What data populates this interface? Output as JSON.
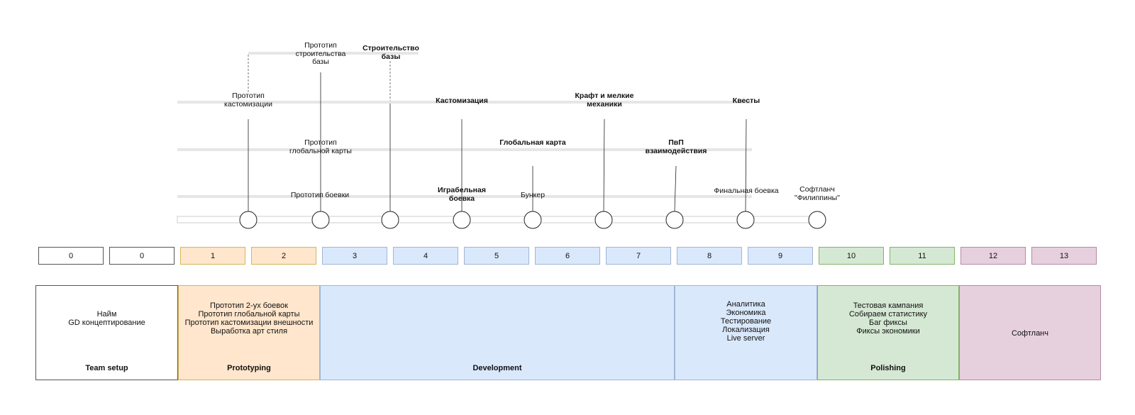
{
  "sprint_cells": [
    {
      "label": "0",
      "color": "white"
    },
    {
      "label": "0",
      "color": "white"
    },
    {
      "label": "1",
      "color": "orange"
    },
    {
      "label": "2",
      "color": "orange"
    },
    {
      "label": "3",
      "color": "blue"
    },
    {
      "label": "4",
      "color": "blue"
    },
    {
      "label": "5",
      "color": "blue"
    },
    {
      "label": "6",
      "color": "blue"
    },
    {
      "label": "7",
      "color": "blue"
    },
    {
      "label": "8",
      "color": "blue"
    },
    {
      "label": "9",
      "color": "blue"
    },
    {
      "label": "10",
      "color": "green"
    },
    {
      "label": "11",
      "color": "green"
    },
    {
      "label": "12",
      "color": "pink"
    },
    {
      "label": "13",
      "color": "pink"
    }
  ],
  "phases": {
    "team_setup": {
      "title": "Team setup",
      "items": "Найм\nGD концептирование"
    },
    "prototyping": {
      "title": "Prototyping",
      "items": "Прототип 2-ух боевок\nПрототип глобальной карты\nПрототип кастомизации внешности\nВыработка арт стиля"
    },
    "development": {
      "title": "Development"
    },
    "development_late": {
      "items": "Аналитика\nЭкономика\nТестирование\nЛокализация\nLive server"
    },
    "polishing": {
      "title": "Polishing",
      "items": "Тестовая кампания\nСобираем статистику\nБаг фиксы\nФиксы экономики"
    },
    "softlaunch": {
      "items": "Софтланч"
    }
  },
  "milestones": {
    "proto_customization": "Прототип\nкастомизации",
    "proto_base": "Прототип\nстроительства\nбазы",
    "base_building": "Строительство\nбазы",
    "proto_global_map": "Прототип\nглобальной карты",
    "proto_combat": "Прототип боевки",
    "customization": "Кастомизация",
    "playable_combat": "Играбельная\nбоевка",
    "global_map": "Глобальная карта",
    "bunker": "Бункер",
    "craft": "Крафт и мелкие\nмеханики",
    "pvp": "ПвП\nвзаимодействия",
    "quests": "Квесты",
    "final_combat": "Финальная боевка",
    "softlaunch_ph": "Софтланч\n\"Филиппины\""
  },
  "colors": {
    "orange_fill": "#ffe6cc",
    "blue_fill": "#dae8fc",
    "green_fill": "#d5e8d4",
    "pink_fill": "#e6d0de",
    "lane": "#e6e6e6"
  }
}
